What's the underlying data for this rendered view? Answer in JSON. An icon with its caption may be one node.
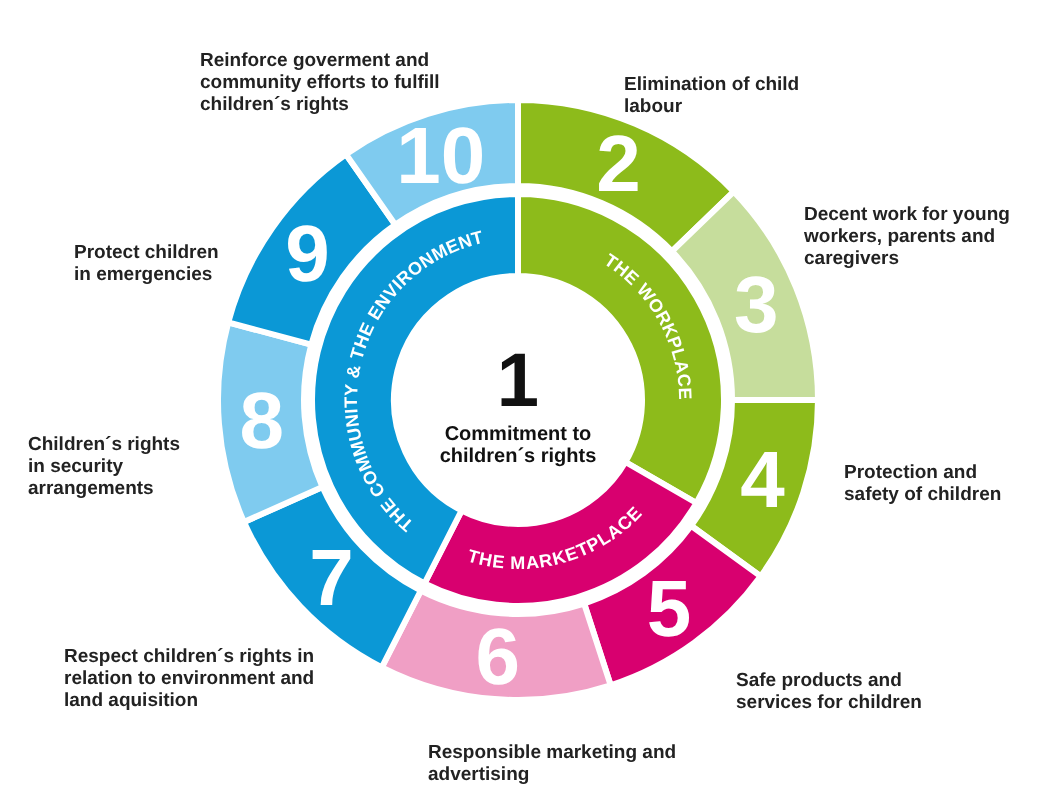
{
  "diagram": {
    "nodes": [
      {
        "text": [
          "1",
          "Commitment to children´s rights"
        ]
      },
      {
        "text": [
          "THE WORKPLACE"
        ]
      },
      {
        "text": [
          "THE MARKETPLACE"
        ]
      },
      {
        "text": [
          "THE COMMUNITY & THE ENVIRONMENT"
        ]
      },
      {
        "text": [
          "2"
        ],
        "beside": [
          "Elimination of child labour"
        ]
      },
      {
        "text": [
          "3"
        ],
        "beside": [
          "Decent work for young workers, parents and caregivers"
        ]
      },
      {
        "text": [
          "4"
        ],
        "beside": [
          "Protection and safety of children"
        ]
      },
      {
        "text": [
          "5"
        ],
        "beside": [
          "Safe products and services for children"
        ]
      },
      {
        "text": [
          "6"
        ],
        "beside": [
          "Responsible marketing and advertising"
        ]
      },
      {
        "text": [
          "7"
        ],
        "beside": [
          "Respect children´s rights in relation to environment and land aquisition"
        ]
      },
      {
        "text": [
          "8"
        ],
        "beside": [
          "Children´s rights in security arrangements"
        ]
      },
      {
        "text": [
          "9"
        ],
        "beside": [
          "Protect children in emergencies"
        ]
      },
      {
        "text": [
          "10"
        ],
        "beside": [
          "Reinforce goverment and community efforts to fulfill children´s rights"
        ]
      }
    ]
  }
}
